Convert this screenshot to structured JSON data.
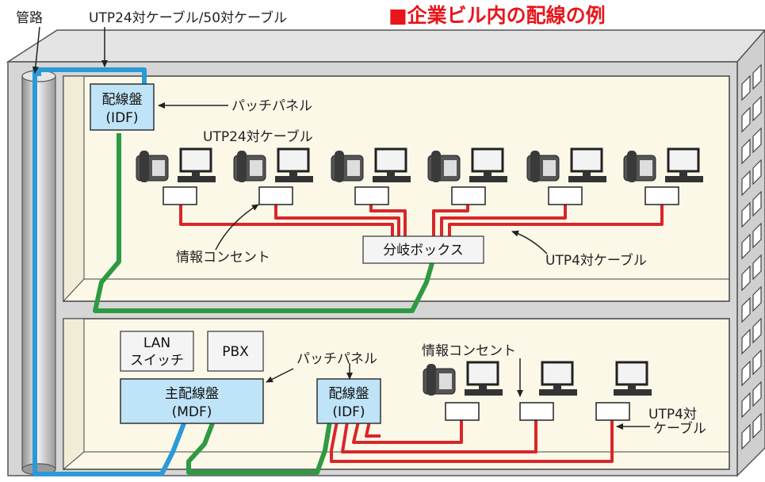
{
  "title": "■企業ビル内の配線の例",
  "labels": {
    "conduit": "管路",
    "trunk_cable": "UTP24対ケーブル/50対ケーブル",
    "patch_panel_upper": "パッチパネル",
    "utp24": "UTP24対ケーブル",
    "info_outlet_upper": "情報コンセント",
    "branch_box": "分岐ボックス",
    "utp4_upper": "UTP4対ケーブル",
    "patch_panel_lower": "パッチパネル",
    "info_outlet_lower": "情報コンセント",
    "utp4_lower_1": "UTP4対",
    "utp4_lower_2": "ケーブル"
  },
  "boxes": {
    "idf_upper_1": "配線盤",
    "idf_upper_2": "(IDF)",
    "lan_switch_1": "LAN",
    "lan_switch_2": "スイッチ",
    "pbx": "PBX",
    "mdf_1": "主配線盤",
    "mdf_2": "(MDF)",
    "idf_lower_1": "配線盤",
    "idf_lower_2": "(IDF)"
  },
  "colors": {
    "trunk": "#2b9ad8",
    "backbone": "#2e9a42",
    "horizontal": "#d8262a",
    "panel": "#bfe3f7",
    "floor": "#fbf8e8",
    "building": "#d9d9d9"
  }
}
